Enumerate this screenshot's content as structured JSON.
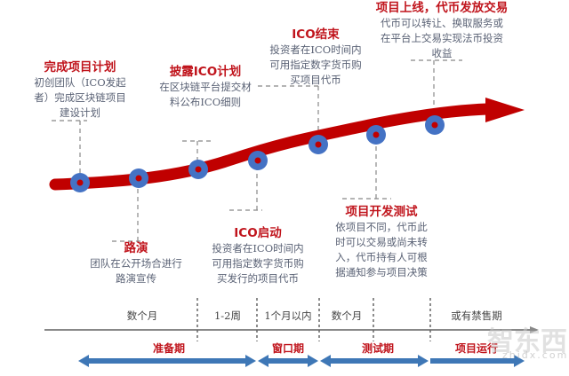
{
  "milestones": [
    {
      "title": "完成项目计划",
      "desc": [
        "初创团队（ICO发起",
        "者）完成区块链项目",
        "建设计划"
      ]
    },
    {
      "title": "路演",
      "desc": [
        "团队在公开场合进行",
        "路演宣传"
      ]
    },
    {
      "title": "披露ICO计划",
      "desc": [
        "在区块链平台提交材",
        "料公布ICO细则"
      ]
    },
    {
      "title": "ICO启动",
      "desc": [
        "投资者在ICO时间内",
        "可用指定数字货币购",
        "买发行的项目代币"
      ]
    },
    {
      "title": "ICO结束",
      "desc": [
        "投资者在ICO时间内",
        "可用指定数字货币购",
        "买项目代币"
      ]
    },
    {
      "title": "项目开发测试",
      "desc": [
        "依项目不同，代币此",
        "时可以交易或尚未转",
        "入，代币持有人可根",
        "据通知参与项目决策"
      ]
    },
    {
      "title": "项目上线，代币发放交易",
      "desc": [
        "代币可以转让、换取服务或",
        "在平台上交易实现法币投资",
        "收益"
      ]
    }
  ],
  "durations": [
    "数个月",
    "1-2周",
    "1个月以内",
    "数个月",
    "或有禁售期"
  ],
  "phases": [
    "准备期",
    "窗口期",
    "测试期",
    "项目运行"
  ],
  "watermark": {
    "logo": "智东西",
    "url": "zhidx.com"
  },
  "colors": {
    "curve": "#c00000",
    "node": "#4472c4",
    "title": "#c0141c",
    "phase_arrow": "#3e77b6"
  }
}
